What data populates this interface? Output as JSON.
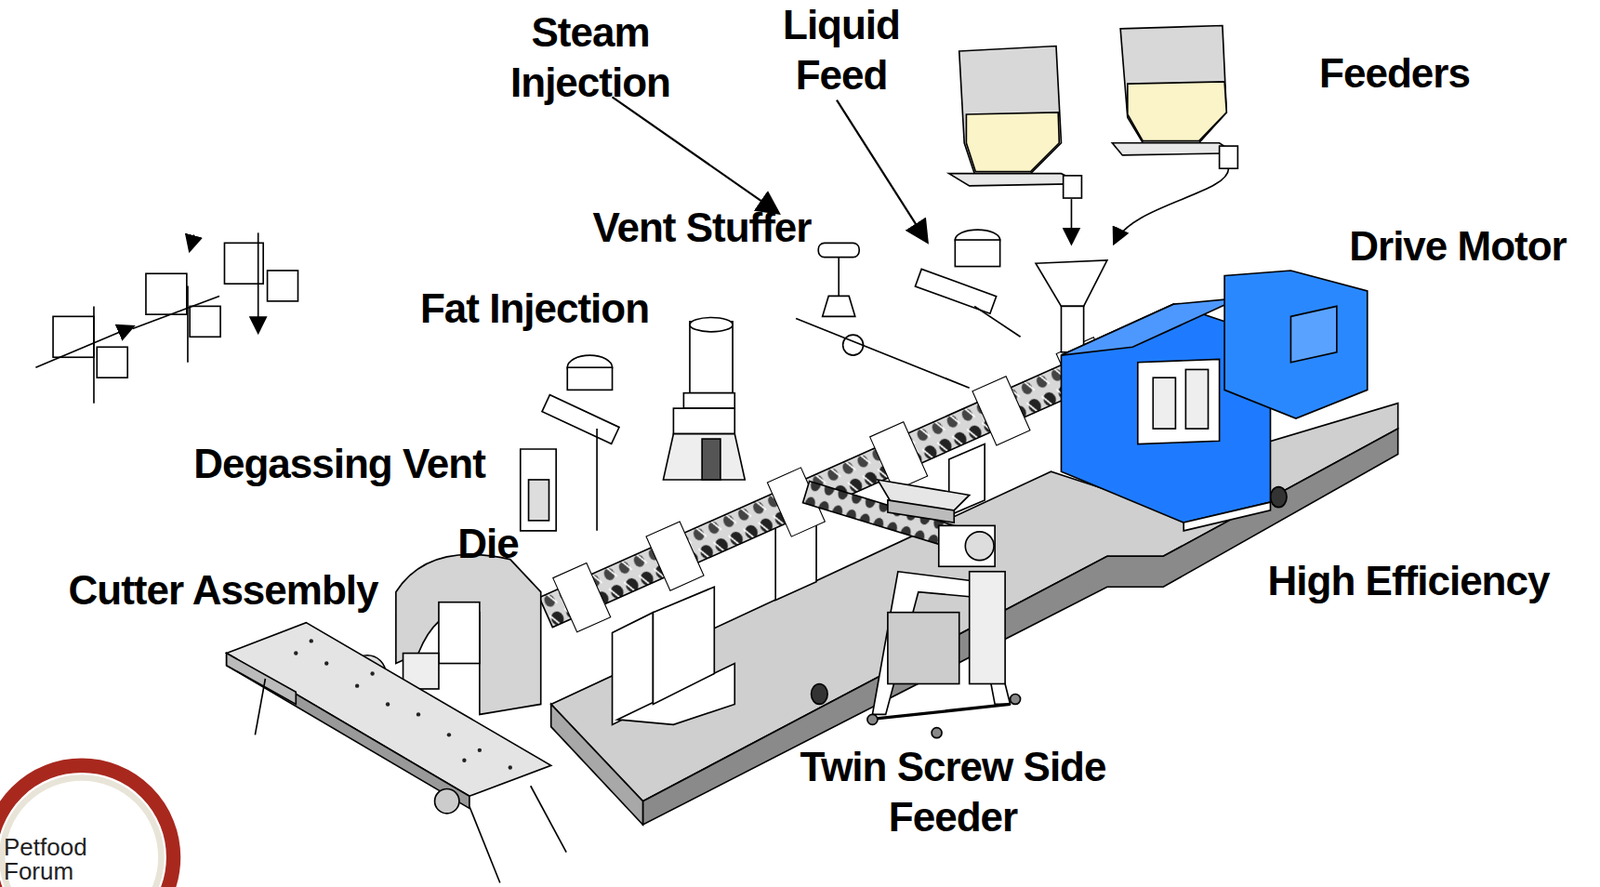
{
  "diagram": {
    "labels": [
      "Steam Injection",
      "Liquid Feed",
      "Feeders",
      "Vent Stuffer",
      "Fat Injection",
      "Degassing Vent",
      "Die",
      "Cutter Assembly",
      "Drive Motor",
      "High Efficiency",
      "Twin Screw Side Feeder",
      "Petfood Forum"
    ]
  }
}
